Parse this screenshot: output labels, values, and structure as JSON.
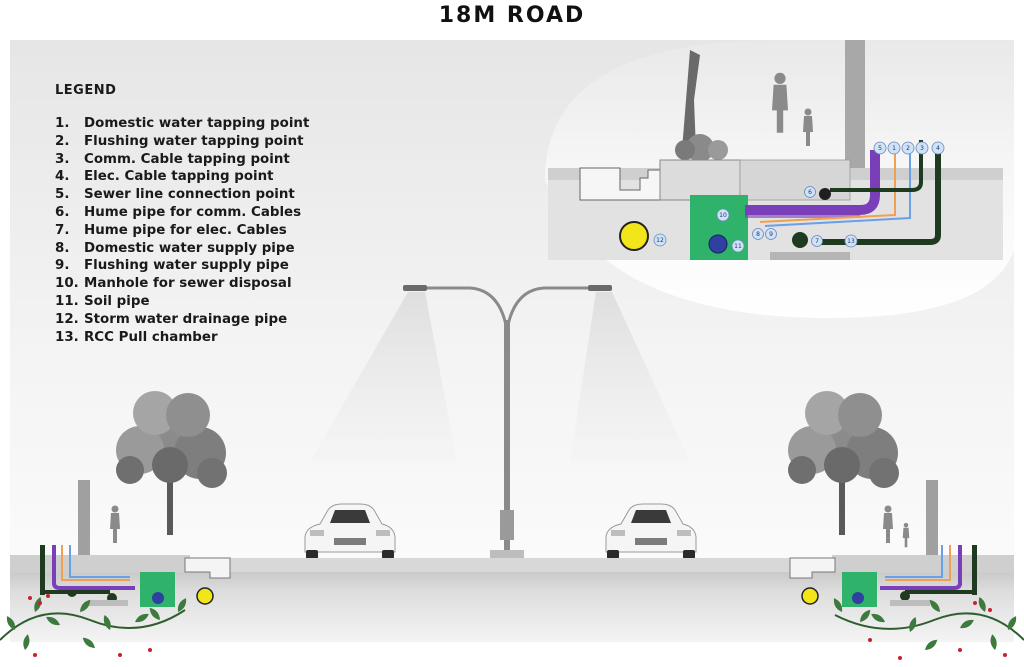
{
  "title": "18M ROAD",
  "legend": {
    "heading": "LEGEND",
    "items": [
      {
        "num": "1.",
        "label": "Domestic water tapping point"
      },
      {
        "num": "2.",
        "label": "Flushing water tapping point"
      },
      {
        "num": "3.",
        "label": "Comm. Cable tapping point"
      },
      {
        "num": "4.",
        "label": "Elec. Cable tapping point"
      },
      {
        "num": "5.",
        "label": "Sewer line connection point"
      },
      {
        "num": "6.",
        "label": "Hume pipe for comm. Cables"
      },
      {
        "num": "7.",
        "label": "Hume pipe for elec. Cables"
      },
      {
        "num": "8.",
        "label": "Domestic water supply pipe"
      },
      {
        "num": "9.",
        "label": "Flushing water supply pipe"
      },
      {
        "num": "10.",
        "label": "Manhole for sewer disposal"
      },
      {
        "num": "11.",
        "label": "Soil pipe"
      },
      {
        "num": "12.",
        "label": "Storm water drainage pipe"
      },
      {
        "num": "13.",
        "label": "RCC Pull chamber"
      }
    ]
  },
  "callouts": {
    "c1": "1",
    "c2": "2",
    "c3": "3",
    "c4": "4",
    "c5": "5",
    "c6": "6",
    "c7": "7",
    "c8": "8",
    "c9": "9",
    "c10": "10",
    "c11": "11",
    "c12": "12",
    "c13": "13"
  },
  "colors": {
    "sewer_purple": "#7a3fb8",
    "manhole_green": "#2fb36b",
    "storm_yellow": "#f2e51a",
    "elec_dark_green": "#1f3b1f",
    "domestic_orange": "#f0a050",
    "flushing_blue": "#6aa0e8",
    "soil_blue": "#3040a0",
    "leaf_green": "#3d7a3d",
    "berry_red": "#cc1f2f"
  },
  "icons": [
    "street-lamp-icon",
    "car-icon",
    "tree-icon",
    "pedestrian-icon",
    "vine-icon"
  ]
}
